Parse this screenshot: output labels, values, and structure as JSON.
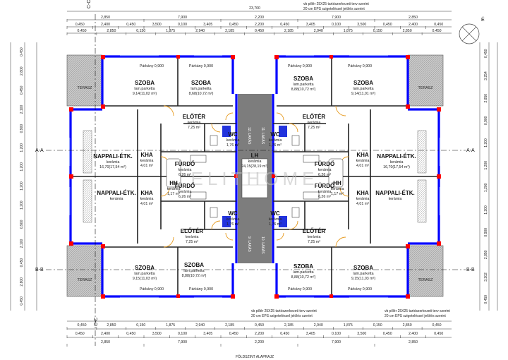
{
  "north": "É",
  "watermark": "ELITHOME",
  "overall_width": "23,700",
  "top_dims_row1": [
    "2,850",
    "7,900",
    "2,200",
    "7,900",
    "2,850"
  ],
  "top_dims_row2": [
    "0,450",
    "2,400",
    "0,450",
    "3,500",
    "0,100",
    "3,405",
    "0,450",
    "2,200",
    "0,450",
    "3,405",
    "0,100",
    "3,500",
    "0,450",
    "2,400",
    "0,450"
  ],
  "top_dims_row3": [
    "0,450",
    "2,850",
    "0,150",
    "1,875",
    "2,940",
    "2,185",
    "0,450",
    "2,185",
    "2,940",
    "1,875",
    "0,150",
    "2,850",
    "0,450"
  ],
  "bottom_dims_row1": [
    "0,450",
    "2,850",
    "0,150",
    "1,875",
    "2,940",
    "2,185",
    "0,450",
    "2,185",
    "2,940",
    "1,875",
    "0,150",
    "2,850",
    "0,450"
  ],
  "bottom_dims_row2": [
    "0,450",
    "2,400",
    "0,450",
    "3,500",
    "0,100",
    "3,405",
    "0,450",
    "2,200",
    "0,450",
    "3,405",
    "0,100",
    "3,500",
    "0,450",
    "2,400",
    "0,450"
  ],
  "bottom_dims_row3": [
    "2,850",
    "7,900",
    "2,200",
    "7,900",
    "2,850"
  ],
  "left_dims": [
    "0,450",
    "2,800",
    "0,450",
    "2,100",
    "0,900",
    "1,200",
    "1,200",
    "1,200",
    "1,200",
    "0,900",
    "2,100",
    "0,450",
    "2,800",
    "0,450"
  ],
  "right_dims": [
    "0,450",
    "3,254",
    "2,850",
    "0,900",
    "1,200",
    "1,200",
    "1,200",
    "1,200",
    "0,900",
    "2,850",
    "3,202",
    "0,450"
  ],
  "sections": {
    "a": "A-A",
    "b": "B-B",
    "c": "C-C"
  },
  "notes": {
    "top_line1": "vb pillér 25X25 tartószerkezeti terv szerint",
    "top_line2": "20 cm EPS szigeteléssel jelölés szerint",
    "bottom_line1": "vb pillér 25X25 tartószerkezeti terv szerint",
    "bottom_line2": "20 cm EPS szigeteléssel jelölés szerint",
    "footer": "FÖLDSZINT ALAPRAJZ"
  },
  "rooms": {
    "parkany": "Párkány 0,900",
    "terasz": "TERASZ",
    "szoba_tl": {
      "name": "SZOBA",
      "floor": "lam.parketta",
      "area": "9,14(11,02 m²)"
    },
    "szoba_tc": {
      "name": "SZOBA",
      "floor": "lam.parketta",
      "area": "8,68(10,72 m²)"
    },
    "szoba_tr1": {
      "name": "SZOBA",
      "floor": "lam.parketta",
      "area": "8,88(10,72 m²)"
    },
    "szoba_tr2": {
      "name": "SZOBA",
      "floor": "lam.parketta",
      "area": "9,14(11,01 m²)"
    },
    "eloter": {
      "name": "ELŐTÉR",
      "floor": "kerámia",
      "area": "7,25 m²"
    },
    "wc": {
      "name": "WC",
      "floor": "kerámia",
      "area": "1,76 m²"
    },
    "nappali_l": {
      "name": "NAPPALI-ÉTK.",
      "floor": "kerámia",
      "area": "16,70(17,54 m²)"
    },
    "nappali_r": {
      "name": "NAPPALI-ÉTK.",
      "floor": "kerámia",
      "area": "16,70(17,54 m²)"
    },
    "nappali_bl": {
      "name": "NAPPALI-ÉTK.",
      "floor": "kerámia",
      "area": ""
    },
    "nappali_br": {
      "name": "NAPPALI-ÉTK.",
      "floor": "kerámia",
      "area": ""
    },
    "kha": {
      "name": "KHA",
      "floor": "kerámia",
      "area": "4,01 m²"
    },
    "furdo": {
      "name": "FÜRDŐ",
      "floor": "kerámia",
      "area": "6,26 m²"
    },
    "hh": {
      "name": "HH",
      "floor": "kerámia",
      "area": "1,17 m²"
    },
    "lh": {
      "name": "LH",
      "floor": "kerámia",
      "area": "24,15(28,19 m²)"
    },
    "szoba_bl": {
      "name": "SZOBA",
      "floor": "lam.parketta",
      "area": "9,15(11,03 m²)"
    },
    "szoba_bc": {
      "name": "SZOBA",
      "floor": "lam.parketta",
      "area": "8,88(10,72 m²)"
    },
    "szoba_br1": {
      "name": "SZOBA",
      "floor": "lam.parketta",
      "area": "8,88(10,72 m²)"
    },
    "szoba_br2": {
      "name": "SZOBA",
      "floor": "lam.parketta",
      "area": "9,15(11,03 m²)"
    }
  },
  "stairs": {
    "l1": "12. LAKÁS",
    "l2": "11. LAKÁS",
    "l3": "9. LAKÁS",
    "l4": "10. LAKÁS"
  },
  "colors": {
    "wall": "#0000ff",
    "column": "#ff0000",
    "stair": "#7d7d7d",
    "terrace": "#bcbcbc",
    "door": "#e69a1e"
  }
}
